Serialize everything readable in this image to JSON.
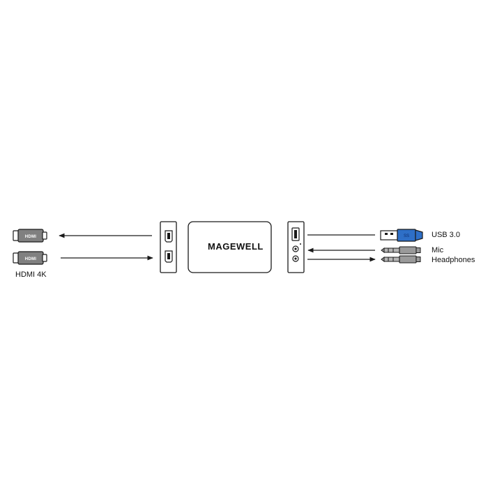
{
  "labels": {
    "hdmi": "HDMI 4K",
    "usb": "USB 3.0",
    "mic": "Mic",
    "headphones": "Headphones",
    "brand": "MAGEWELL"
  },
  "icons": {
    "hdmi_plug_mark": "HDMI",
    "usb_plug_mark": "SS"
  },
  "colors": {
    "line": "#1a1a1a",
    "hdmi_plug": "#808080",
    "usb_plug": "#2e6fc7",
    "audio_plug": "#9a9a9a"
  }
}
